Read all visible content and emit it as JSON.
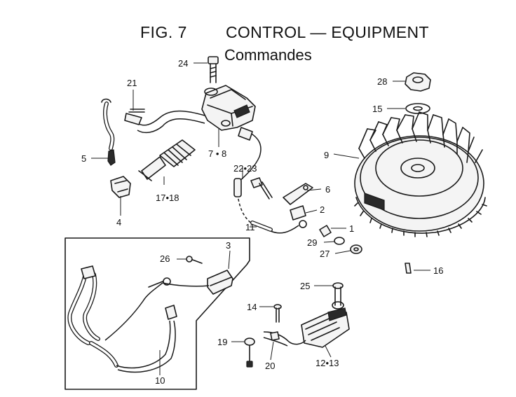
{
  "header": {
    "fig_label": "FIG.  7",
    "title": "CONTROL — EQUIPMENT",
    "subtitle": "Commandes"
  },
  "callouts": {
    "c1": "1",
    "c2": "2",
    "c3": "3",
    "c4": "4",
    "c5": "5",
    "c6": "6",
    "c78": "7 • 8",
    "c9": "9",
    "c10": "10",
    "c11": "11",
    "c1213": "12•13",
    "c14": "14",
    "c15": "15",
    "c16": "16",
    "c1718": "17•18",
    "c19": "19",
    "c20": "20",
    "c21": "21",
    "c2223": "22•23",
    "c24": "24",
    "c25": "25",
    "c26": "26",
    "c27": "27",
    "c28": "28",
    "c29": "29"
  },
  "colors": {
    "ink": "#1a1a1a",
    "paper": "#ffffff"
  }
}
